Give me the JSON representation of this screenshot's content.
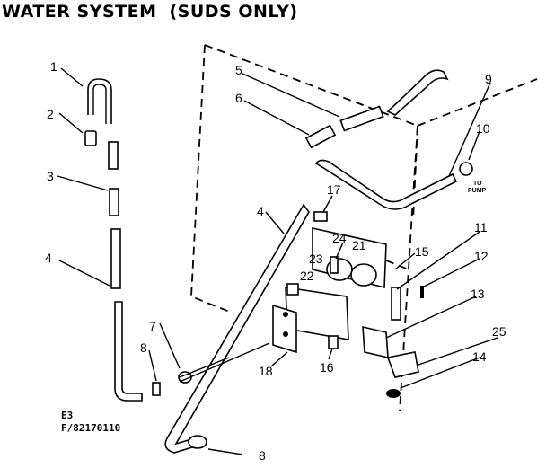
{
  "title": "WATER SYSTEM",
  "subtitle": "(SUDS ONLY)",
  "footer": {
    "line1": "E3",
    "line2": "F/82170110"
  },
  "callouts": [
    "1",
    "2",
    "3",
    "4",
    "4",
    "5",
    "6",
    "7",
    "8",
    "8",
    "9",
    "10",
    "11",
    "12",
    "13",
    "14",
    "15",
    "16",
    "17",
    "18",
    "21",
    "22",
    "23",
    "24",
    "25"
  ],
  "pump_label": {
    "line1": "TO",
    "line2": "PUMP"
  }
}
